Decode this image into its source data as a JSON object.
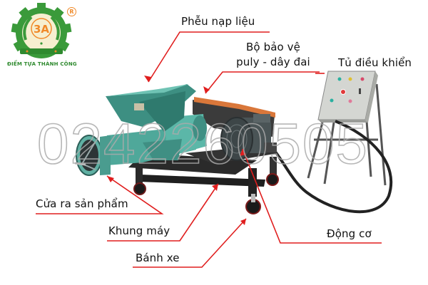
{
  "brand": {
    "logo_text": "3A",
    "tagline": "ĐIỂM TỰA THÀNH CÔNG",
    "registered_mark": "R",
    "colors": {
      "green": "#3a9a3a",
      "orange": "#f08a2a",
      "cream": "#f6efd0"
    }
  },
  "watermark": {
    "text": "0242260505"
  },
  "callouts": {
    "hopper": {
      "label": "Phễu nạp liệu"
    },
    "pulley_guard": {
      "label_line1": "Bộ bảo vệ",
      "label_line2": "puly - dây đai"
    },
    "control_cabinet": {
      "label": "Tủ điều khiển"
    },
    "product_outlet": {
      "label": "Cửa ra sản phẩm"
    },
    "frame": {
      "label": "Khung máy"
    },
    "wheels": {
      "label": "Bánh xe"
    },
    "motor": {
      "label": "Động cơ"
    }
  },
  "colors": {
    "leader_line": "#e01e1e",
    "machine_body": "#4fa89a",
    "machine_dark": "#2c5f58",
    "frame": "#2a2a2a",
    "guard": "#d9773a",
    "cabinet": "#d8dad6"
  }
}
